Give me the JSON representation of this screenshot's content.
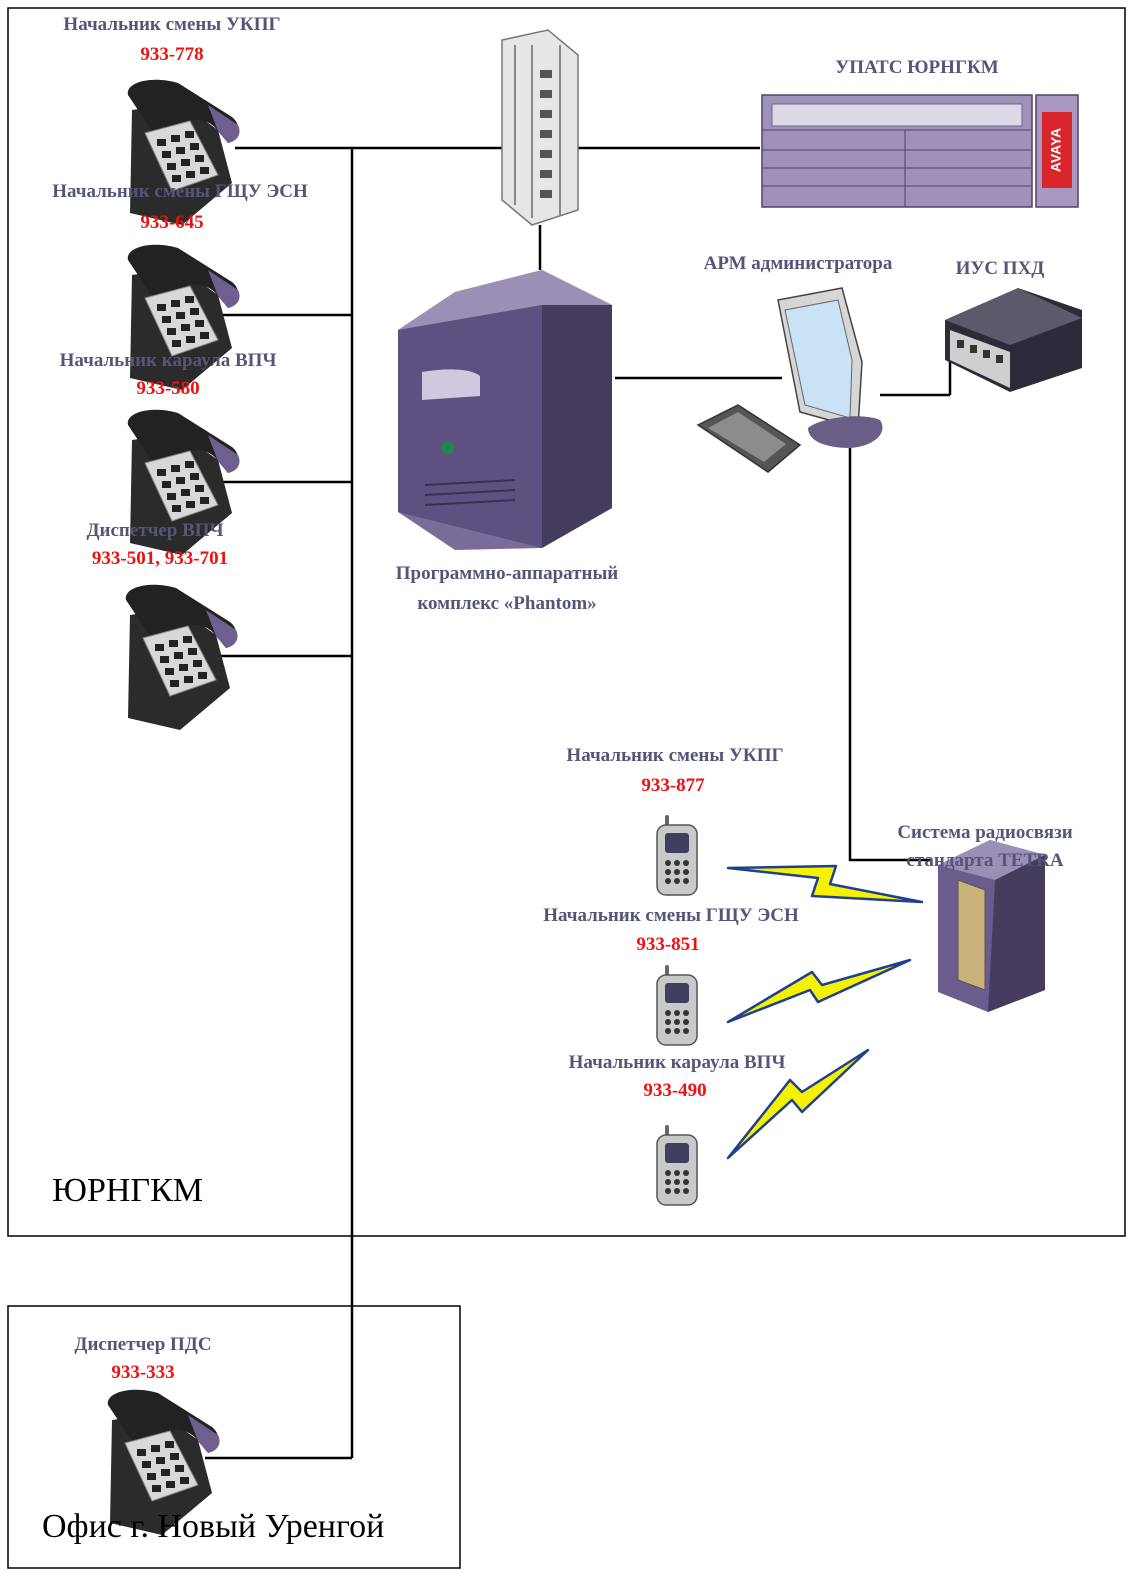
{
  "zones": {
    "field": "ЮРНГКМ",
    "office": "Офис г. Новый Уренгой"
  },
  "desk_phones": [
    {
      "role": "Начальник смены УКПГ",
      "number": "933-778"
    },
    {
      "role": "Начальник смены ГЩУ ЭСН",
      "number": "933-645"
    },
    {
      "role": "Начальник караула ВПЧ",
      "number": "933-580"
    },
    {
      "role": "Диспетчер ВПЧ",
      "number": "933-501, 933-701"
    }
  ],
  "office_phone": {
    "role": "Диспетчер ПДС",
    "number": "933-333"
  },
  "radio_handsets": [
    {
      "role": "Начальник смены УКПГ",
      "number": "933-877"
    },
    {
      "role": "Начальник смены ГЩУ ЭСН",
      "number": "933-851"
    },
    {
      "role": "Начальник караула ВПЧ",
      "number": "933-490"
    }
  ],
  "devices": {
    "pbx": "УПАТС ЮРНГКМ",
    "pbx_brand": "AVAYA",
    "server_line1": "Программно-аппаратный",
    "server_line2": "комплекс «Phantom»",
    "workstation": "АРМ администратора",
    "ius": "ИУС ПХД",
    "tetra_line1": "Система радиосвязи",
    "tetra_line2": "стандарта  TETRA"
  },
  "colors": {
    "role_text": "#55557a",
    "number_text": "#ee1111",
    "device_body": "#5a4f78",
    "line": "#000000",
    "radio_link_fill": "#f4f200",
    "radio_link_stroke": "#1f3f8f"
  }
}
